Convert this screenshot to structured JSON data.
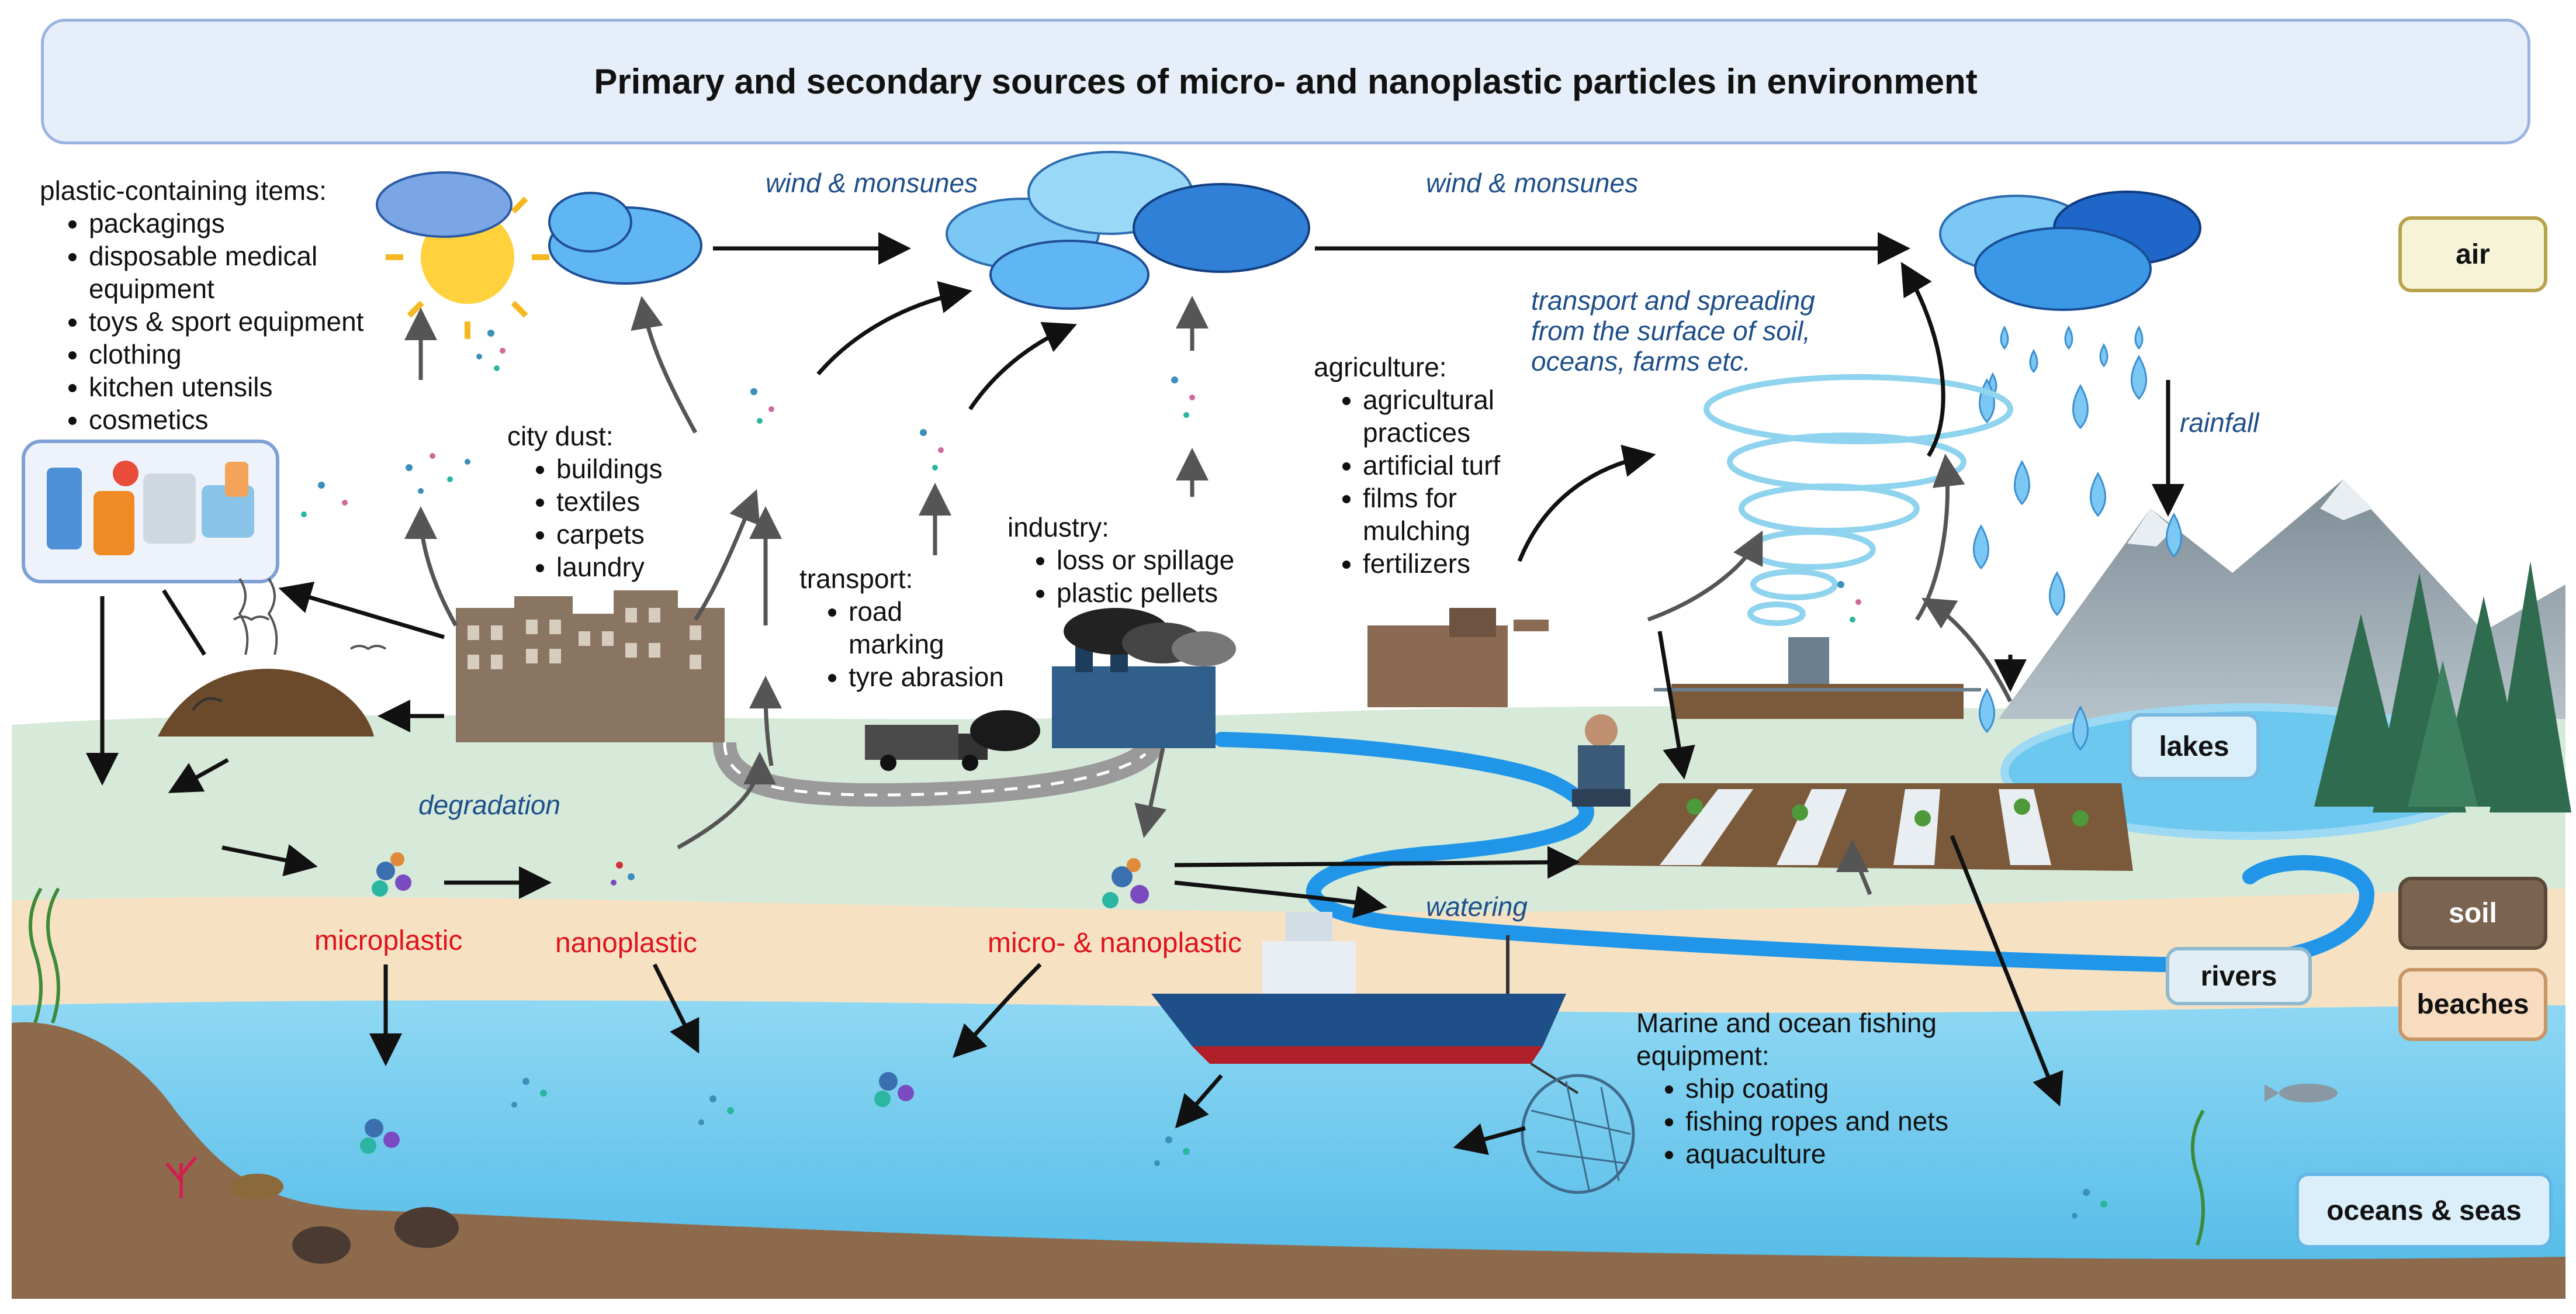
{
  "title": "Primary and secondary sources of micro- and nanoplastic particles in environment",
  "plastic_items": {
    "heading": "plastic-containing items:",
    "items": [
      "packagings",
      "disposable medical equipment",
      "toys & sport equipment",
      "clothing",
      "kitchen utensils",
      "cosmetics"
    ]
  },
  "city_dust": {
    "heading": "city dust:",
    "items": [
      "buildings",
      "textiles",
      "carpets",
      "laundry"
    ]
  },
  "transport": {
    "heading": "transport:",
    "items": [
      "road marking",
      "tyre abrasion"
    ]
  },
  "industry": {
    "heading": "industry:",
    "items": [
      "loss or spillage",
      "plastic pellets"
    ]
  },
  "agriculture": {
    "heading": "agriculture:",
    "items": [
      "agricultural practices",
      "artificial turf",
      "films for mulching",
      "fertilizers"
    ]
  },
  "marine": {
    "heading": "Marine and ocean fishing equipment:",
    "items": [
      "ship coating",
      "fishing ropes and nets",
      "aquaculture"
    ]
  },
  "labels": {
    "wind1": "wind & monsunes",
    "wind2": "wind & monsunes",
    "transport_spreading": "transport and spreading from the surface of soil, oceans, farms etc.",
    "rainfall": "rainfall",
    "degradation": "degradation",
    "watering": "watering",
    "microplastic": "microplastic",
    "nanoplastic": "nanoplastic",
    "micro_nano": "micro- & nanoplastic"
  },
  "zones": {
    "air": "air",
    "lakes": "lakes",
    "soil": "soil",
    "rivers": "rivers",
    "beaches": "beaches",
    "oceans": "oceans & seas"
  },
  "colors": {
    "title_bg": "#e6eef9",
    "air_box": "#f7f3d7",
    "soil_box": "#7a6450",
    "beach_box": "#f8dcc0",
    "water_box": "#dbeffa",
    "land": "#d7ead9",
    "beach": "#f6e2c3",
    "sea": "#73cdf0",
    "label_red": "#e0121b",
    "label_blue": "#1e4f8a"
  }
}
